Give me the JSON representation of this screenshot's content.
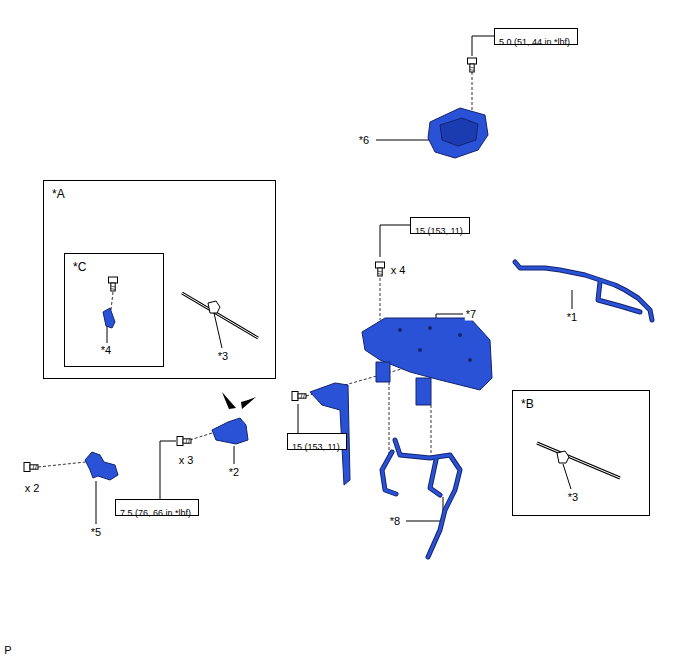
{
  "diagram": {
    "nodes": [
      {
        "text": [
          "5.0 (51, 44 in.*lbf)"
        ]
      },
      {
        "text": [
          "*A"
        ]
      },
      {
        "text": [
          "*C"
        ],
        "in": 1
      },
      {
        "text": [
          "15 (153, 11)"
        ]
      },
      {
        "text": [
          "*B"
        ]
      },
      {
        "text": [
          "15 (153, 11)"
        ]
      },
      {
        "text": [
          "7.5 (76, 66 in.*lbf)"
        ]
      }
    ],
    "labels": [
      "*6",
      "x 4",
      "*1",
      "*7",
      "*4",
      "*3",
      "x 2",
      "x 3",
      "*2",
      "*3",
      "*5",
      "*8",
      "P"
    ]
  }
}
